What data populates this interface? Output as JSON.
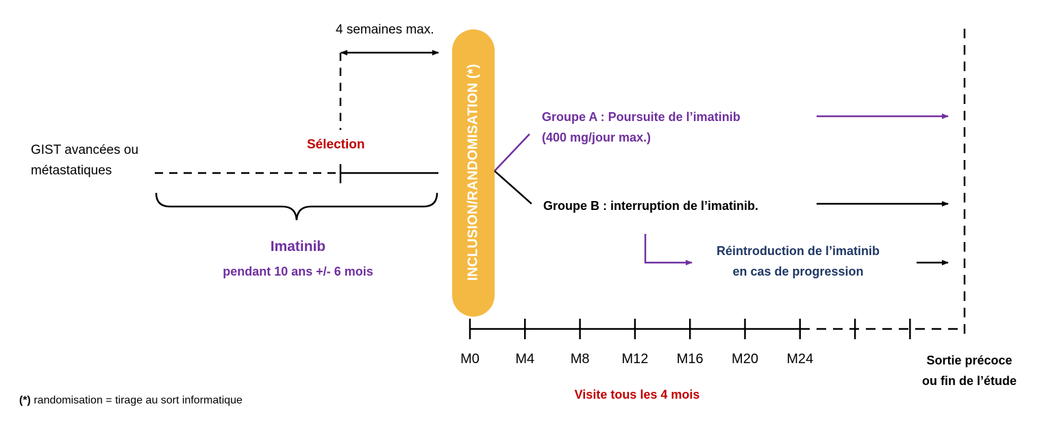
{
  "colors": {
    "purple": "#7030a0",
    "red": "#c00000",
    "navy": "#1f3864",
    "orange": "#f4b942",
    "black": "#000000"
  },
  "texts": {
    "four_weeks": "4 semaines max.",
    "selection": "Sélection",
    "gist_line1": "GIST avancées ou",
    "gist_line2": "métastatiques",
    "imatinib": "Imatinib",
    "imatinib_duration": "pendant 10 ans +/- 6 mois",
    "inclusion": "INCLUSION/RANDOMISATION (*)",
    "group_a_line1": "Groupe A : Poursuite de l’imatinib",
    "group_a_line2": "(400 mg/jour max.)",
    "group_b": "Groupe B : interruption de l’imatinib.",
    "reintro_line1": "Réintroduction de l’imatinib",
    "reintro_line2": "en cas de progression",
    "visit": "Visite tous les 4 mois",
    "exit_line1": "Sortie précoce",
    "exit_line2": "ou fin de l’étude",
    "footnote_mark": "(*)",
    "footnote_text": " randomisation = tirage au sort informatique"
  },
  "timeline": {
    "ticks": [
      "M0",
      "M4",
      "M8",
      "M12",
      "M16",
      "M20",
      "M24"
    ]
  }
}
